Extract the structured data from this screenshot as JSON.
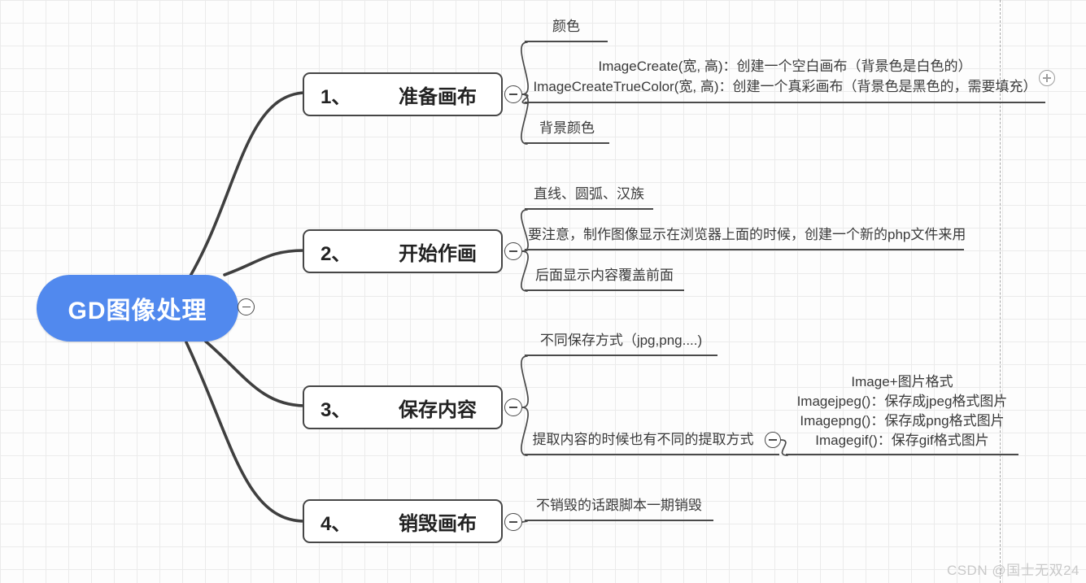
{
  "root": {
    "label": "GD图像处理"
  },
  "branches": [
    {
      "number": "1、",
      "title": "准备画布",
      "children": [
        {
          "label": "颜色"
        },
        {
          "lines": [
            "ImageCreate(宽, 高)：创建一个空白画布（背景色是白色的）",
            "ImageCreateTrueColor(宽, 高)：创建一个真彩画布（背景色是黑色的，需要填充）"
          ]
        },
        {
          "label": "背景颜色"
        }
      ]
    },
    {
      "number": "2、",
      "title": "开始作画",
      "children": [
        {
          "label": "直线、圆弧、汉族"
        },
        {
          "label": "要注意，制作图像显示在浏览器上面的时候，创建一个新的php文件来用"
        },
        {
          "label": "后面显示内容覆盖前面"
        }
      ]
    },
    {
      "number": "3、",
      "title": "保存内容",
      "children": [
        {
          "label": "不同保存方式（jpg,png....)"
        },
        {
          "label": "提取内容的时候也有不同的提取方式",
          "sub": {
            "lines": [
              "Image+图片格式",
              "Imagejpeg()：保存成jpeg格式图片",
              "Imagepng()：保存成png格式图片",
              "Imagegif()：保存gif格式图片"
            ]
          }
        }
      ]
    },
    {
      "number": "4、",
      "title": "销毁画布",
      "children": [
        {
          "label": "不销毁的话跟脚本一期销毁"
        }
      ]
    }
  ],
  "watermark": "CSDN @国士无双24",
  "colors": {
    "root_bg": "#5189ee",
    "node_border": "#464646",
    "connector": "#3f3f3f",
    "grid_line": "#ebebeb"
  }
}
